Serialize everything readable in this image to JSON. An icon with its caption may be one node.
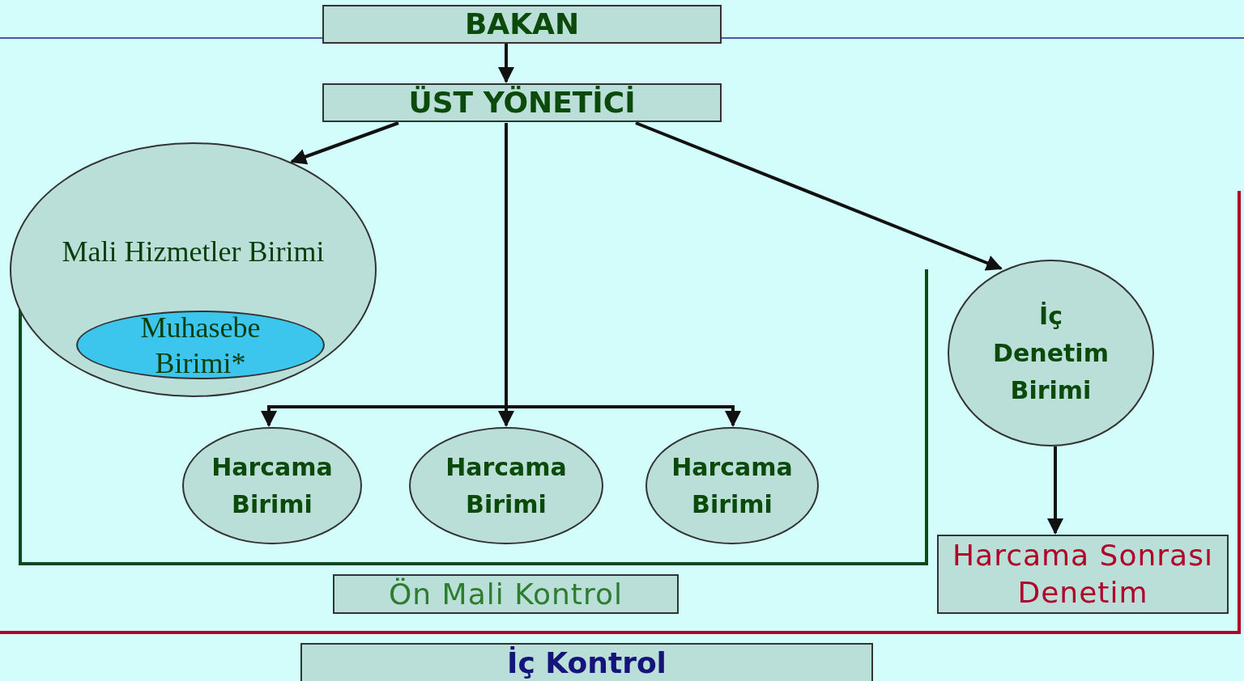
{
  "diagram": {
    "nodes": [
      {
        "text": [
          "BAKAN"
        ]
      },
      {
        "text": [
          "ÜST YÖNETİCİ"
        ]
      },
      {
        "text": [
          "Mali Hizmetler Birimi"
        ]
      },
      {
        "text": [
          "Muhasebe Birimi*"
        ],
        "in": 2
      },
      {
        "text": [
          "Harcama Birimi"
        ]
      },
      {
        "text": [
          "Harcama Birimi"
        ]
      },
      {
        "text": [
          "Harcama Birimi"
        ]
      },
      {
        "text": [
          "İç Denetim Birimi"
        ]
      },
      {
        "text": [
          "Harcama Sonrası Denetim"
        ]
      },
      {
        "text": [
          "Ön Mali Kontrol"
        ]
      },
      {
        "text": [
          "İç Kontrol"
        ]
      }
    ],
    "edges": [
      {
        "from": 0,
        "to": 1,
        "arrow": "to"
      },
      {
        "from": 1,
        "to": 2,
        "arrow": "to"
      },
      {
        "from": 1,
        "to": 4,
        "arrow": "to"
      },
      {
        "from": 1,
        "to": 5,
        "arrow": "to"
      },
      {
        "from": 1,
        "to": 6,
        "arrow": "to"
      },
      {
        "from": 1,
        "to": 7,
        "arrow": "to"
      },
      {
        "from": 7,
        "to": 8,
        "arrow": "to"
      }
    ]
  }
}
